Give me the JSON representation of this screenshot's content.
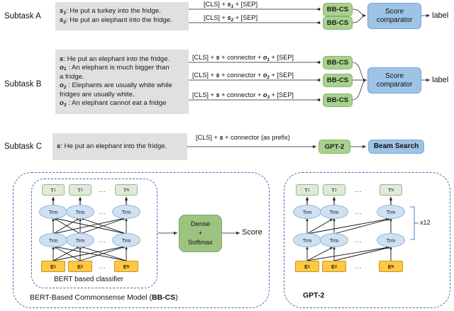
{
  "figure": {
    "type": "diagram",
    "title": "Subtask pipelines (A, B, C) and model architectures (BB-CS, GPT-2)"
  },
  "subtasks": [
    {
      "id": "A",
      "label": "Subtask A",
      "input_lines": [
        {
          "sym": "s",
          "subscript": "1",
          "text": ": He put a turkey into the fridge."
        },
        {
          "sym": "s",
          "subscript": "2",
          "text": ": He put an elephant into the fridge."
        }
      ],
      "formulas": [
        {
          "pre": "[CLS] + ",
          "sym": "s",
          "subscript": "1",
          "post": " + [SEP]"
        },
        {
          "pre": "[CLS] + ",
          "sym": "s",
          "subscript": "2",
          "post": " + [SEP]"
        }
      ],
      "encoders": [
        "BB-CS",
        "BB-CS"
      ],
      "aggregator": {
        "line1": "Score",
        "line2": "comparator"
      },
      "output": "label"
    },
    {
      "id": "B",
      "label": "Subtask B",
      "input_lines": [
        {
          "sym": "s",
          "subscript": "",
          "text": ": He put an elephant into the fridge."
        },
        {
          "sym": "o",
          "subscript": "1",
          "text": " : An elephant is much bigger than"
        },
        {
          "sym": "",
          "subscript": "",
          "text": "a fridge."
        },
        {
          "sym": "o",
          "subscript": "2",
          "text": " : Elephants are usually white while"
        },
        {
          "sym": "",
          "subscript": "",
          "text": "fridges are usually white."
        },
        {
          "sym": "o",
          "subscript": "3",
          "text": " : An elephant cannot eat a fridge"
        }
      ],
      "formulas": [
        {
          "pre": "[CLS] + ",
          "sym": "s",
          "mid": " + connector + ",
          "sym2": "o",
          "subscript": "1",
          "post": " + [SEP]"
        },
        {
          "pre": "[CLS] + ",
          "sym": "s",
          "mid": " + connector + ",
          "sym2": "o",
          "subscript": "2",
          "post": " + [SEP]"
        },
        {
          "pre": "[CLS] + ",
          "sym": "s",
          "mid": " + connector + ",
          "sym2": "o",
          "subscript": "3",
          "post": " + [SEP]"
        }
      ],
      "encoders": [
        "BB-CS",
        "BB-CS",
        "BB-CS"
      ],
      "aggregator": {
        "line1": "Score",
        "line2": "comparator"
      },
      "output": "label"
    },
    {
      "id": "C",
      "label": "Subtask C",
      "input_lines": [
        {
          "sym": "s",
          "subscript": "",
          "text": ": He put an elephant into the fridge."
        }
      ],
      "formula": {
        "pre": "[CLS] + ",
        "sym": "s",
        "post": " + connector (as prefix)"
      },
      "encoder": "GPT-2",
      "decoder": "Beam Search"
    }
  ],
  "models": {
    "bert_panel": {
      "outer_caption_prefix": "BERT-Based Commonsense Model (",
      "outer_caption_bold": "BB-CS",
      "outer_caption_suffix": ")",
      "inner_caption": "BERT based classifier",
      "output_tokens": [
        {
          "sym": "T",
          "subscript": "1"
        },
        {
          "sym": "T",
          "subscript": "2"
        },
        {
          "sym": "T",
          "subscript": "N"
        }
      ],
      "input_tokens": [
        {
          "sym": "E",
          "subscript": "1"
        },
        {
          "sym": "E",
          "subscript": "2"
        },
        {
          "sym": "E",
          "subscript": "N"
        }
      ],
      "transformer_label": "Trm",
      "ellipsis": "...",
      "head": {
        "line1": "Dense",
        "line2": "+",
        "line3": "Softmax"
      },
      "output": "Score"
    },
    "gpt2_panel": {
      "caption": "GPT-2",
      "output_tokens": [
        {
          "sym": "T",
          "subscript": "1"
        },
        {
          "sym": "T",
          "subscript": "2"
        },
        {
          "sym": "T",
          "subscript": "N"
        }
      ],
      "input_tokens": [
        {
          "sym": "E",
          "subscript": "1"
        },
        {
          "sym": "E",
          "subscript": "2"
        },
        {
          "sym": "E",
          "subscript": "N"
        }
      ],
      "transformer_label": "Trm",
      "ellipsis": "...",
      "repeat_label": "x12"
    }
  },
  "colors": {
    "green_box": "#a9d18e",
    "blue_box": "#9dc3e6",
    "gray_box": "#e0e0e0",
    "token_green": "#dfeada",
    "token_orange": "#ffc943",
    "trm_blue": "#cfe0f2",
    "dash_border": "#3f6fb5",
    "dense_green": "#9cc380"
  }
}
